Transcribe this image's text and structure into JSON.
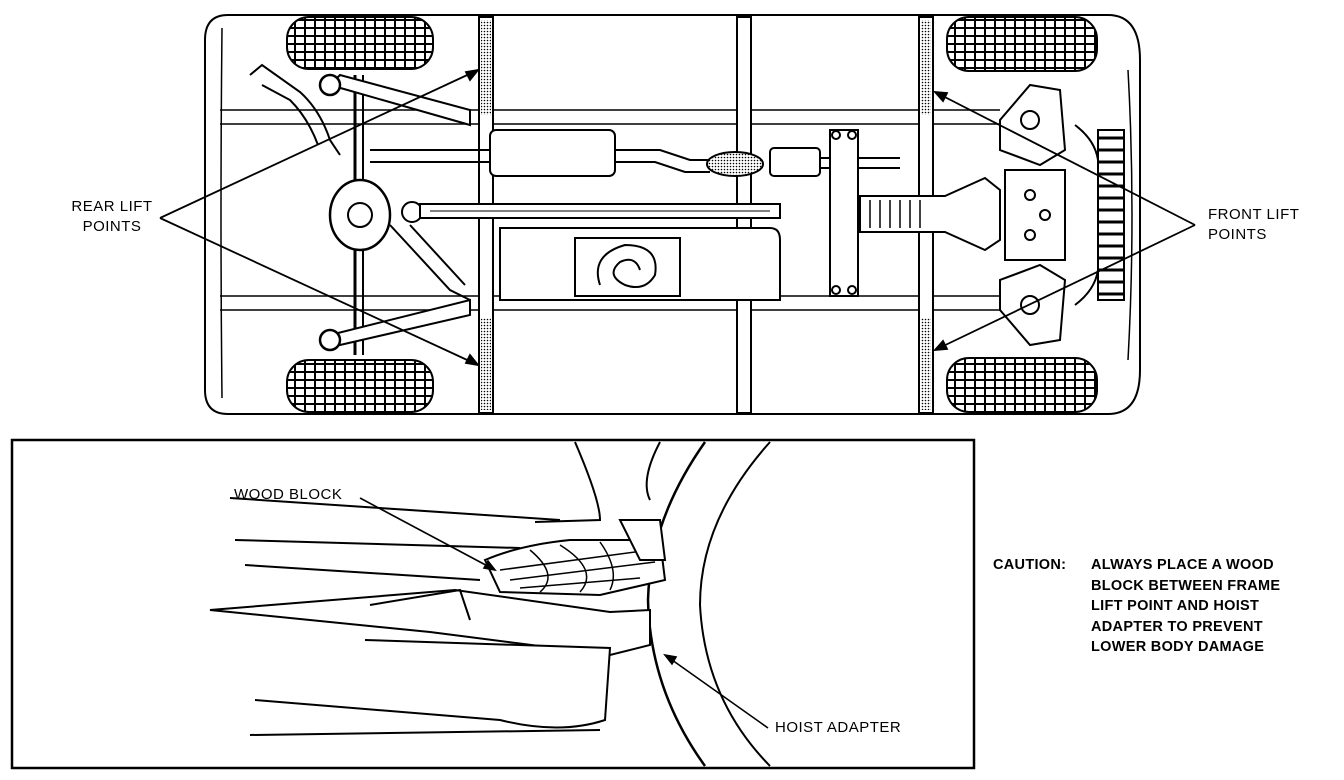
{
  "labels": {
    "rear_lift_points": [
      "REAR LIFT",
      "POINTS"
    ],
    "front_lift_points": [
      "FRONT LIFT",
      "POINTS"
    ],
    "wood_block": "WOOD BLOCK",
    "hoist_adapter": "HOIST ADAPTER"
  },
  "caution": {
    "heading": "CAUTION:",
    "lines": [
      "ALWAYS PLACE A WOOD",
      "BLOCK BETWEEN FRAME",
      "LIFT POINT AND HOIST",
      "ADAPTER TO PREVENT",
      "LOWER BODY DAMAGE"
    ]
  }
}
